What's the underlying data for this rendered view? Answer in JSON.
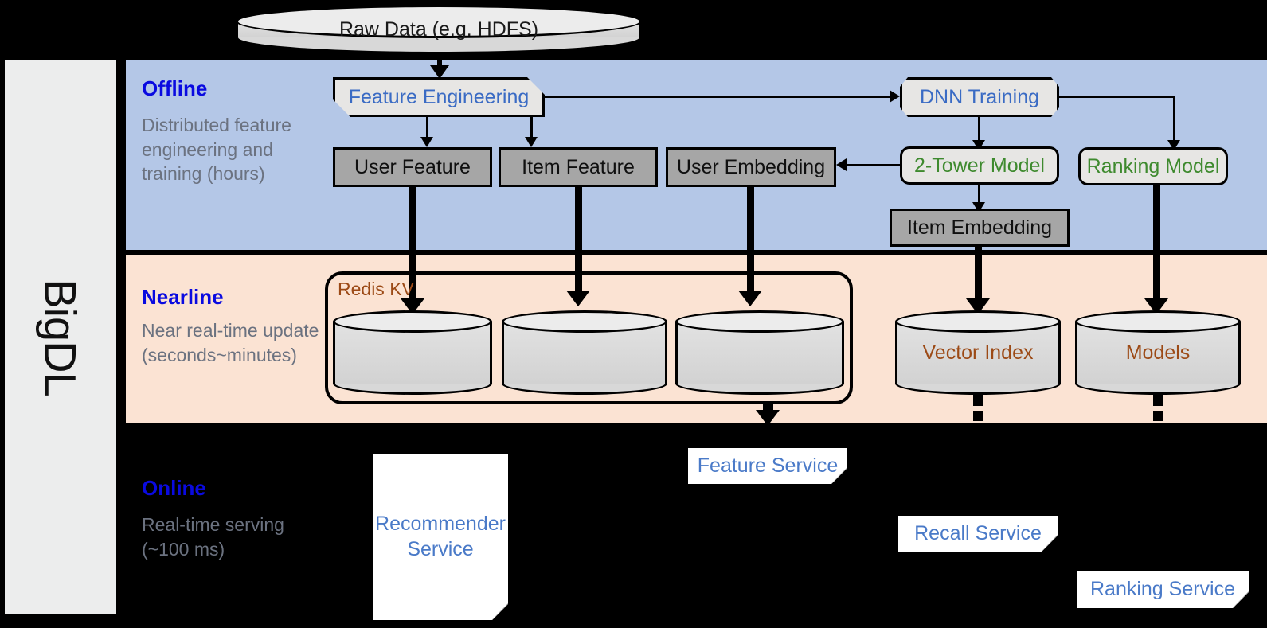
{
  "framework": {
    "name": "BigDL"
  },
  "stages": [
    {
      "id": "offline",
      "title": "Offline",
      "desc": "Distributed feature engineering and training (hours)"
    },
    {
      "id": "nearline",
      "title": "Nearline",
      "desc": "Near real-time update (seconds~minutes)"
    },
    {
      "id": "online",
      "title": "Online",
      "desc": "Real-time serving (~100 ms)"
    }
  ],
  "source": {
    "label": "Raw Data (e.g. HDFS)"
  },
  "offline": {
    "feature_engineering": "Feature Engineering",
    "dnn_training": "DNN Training",
    "user_feature": "User Feature",
    "item_feature": "Item Feature",
    "user_embedding": "User Embedding",
    "two_tower_model": "2-Tower Model",
    "ranking_model": "Ranking Model",
    "item_embedding": "Item Embedding"
  },
  "nearline": {
    "redis_kv": "Redis KV",
    "stores": [
      "",
      "",
      ""
    ],
    "vector_index": "Vector Index",
    "models": "Models"
  },
  "online": {
    "recommender_service": "Recommender Service",
    "feature_service": "Feature Service",
    "recall_service": "Recall Service",
    "ranking_service": "Ranking Service"
  },
  "colors": {
    "offline_band": "#b4c7e7",
    "nearline_band": "#fbe3d3",
    "online_band": "#000000",
    "stage_title": "#0a0ae0",
    "stage_desc": "#6b7280",
    "process_text": "#3a6bc4",
    "model_text": "#3e8a2e",
    "store_fill": "#a6a6a6",
    "storage_text": "#9c4a16",
    "service_text": "#4a7ac8"
  }
}
